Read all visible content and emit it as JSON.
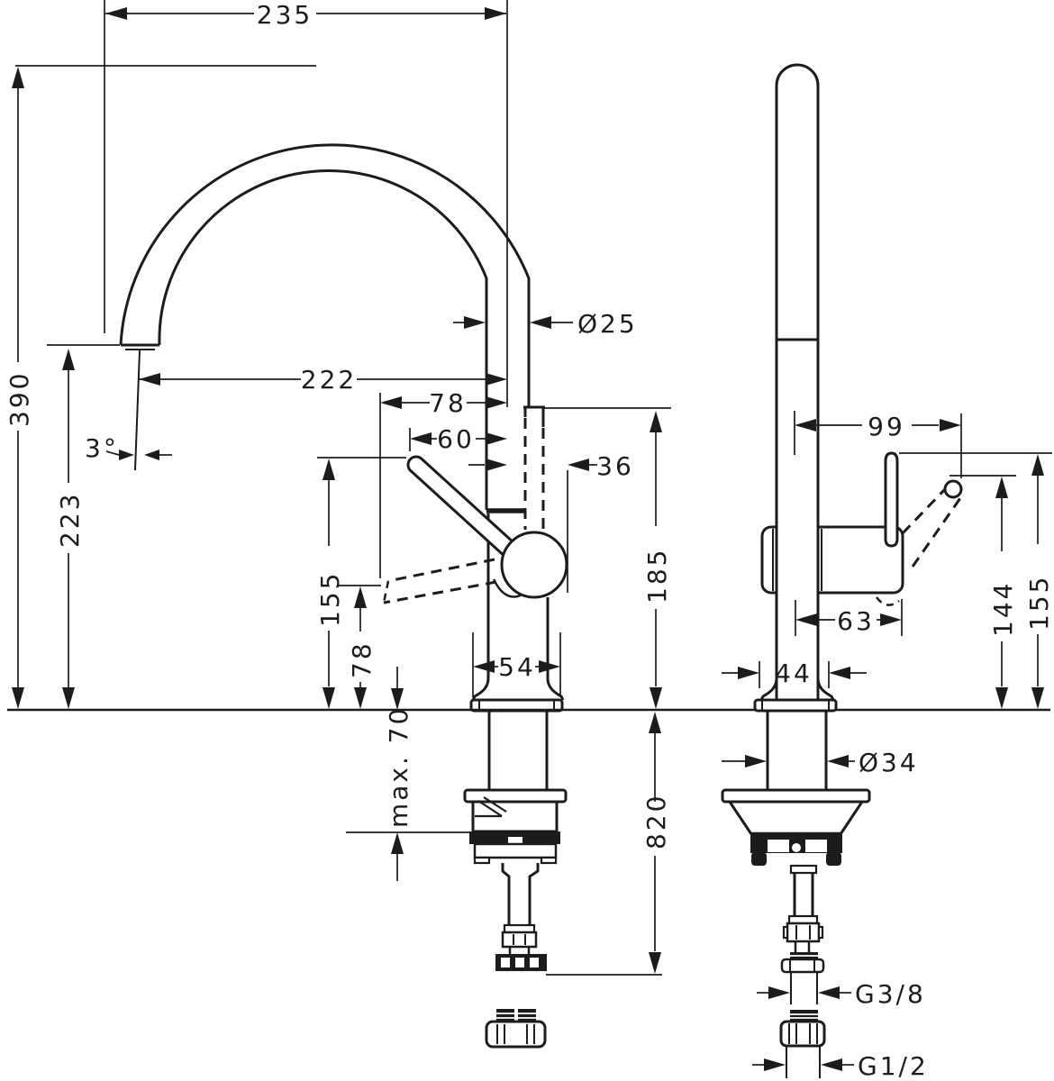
{
  "colors": {
    "background": "#ffffff",
    "line": "#1c1c1c"
  },
  "drawing": {
    "type": "faucet-installation-dimension-drawing",
    "views": {
      "front": {
        "label": "front-view",
        "dims": {
          "spout_reach": "235",
          "total_height": "390",
          "outlet_height": "223",
          "spray_angle": "3°",
          "outlet_to_axis": "222",
          "handle_alt_offset": "78",
          "handle_tip_offset": "60",
          "spout_diameter": "Ø25",
          "ball_offset": "36",
          "body_height": "185",
          "handle_height": "155",
          "handle_alt_height": "78",
          "base_width": "54",
          "max_deck_thickness": "max. 70",
          "hose_length": "820"
        }
      },
      "side": {
        "label": "side-view",
        "dims": {
          "handle_reach": "99",
          "housing_depth": "63",
          "handle_back_height": "144",
          "handle_top_height": "155",
          "base_depth": "44",
          "shank_diameter": "Ø34",
          "supply_thread": "G3/8",
          "connection_thread": "G1/2"
        }
      }
    }
  }
}
